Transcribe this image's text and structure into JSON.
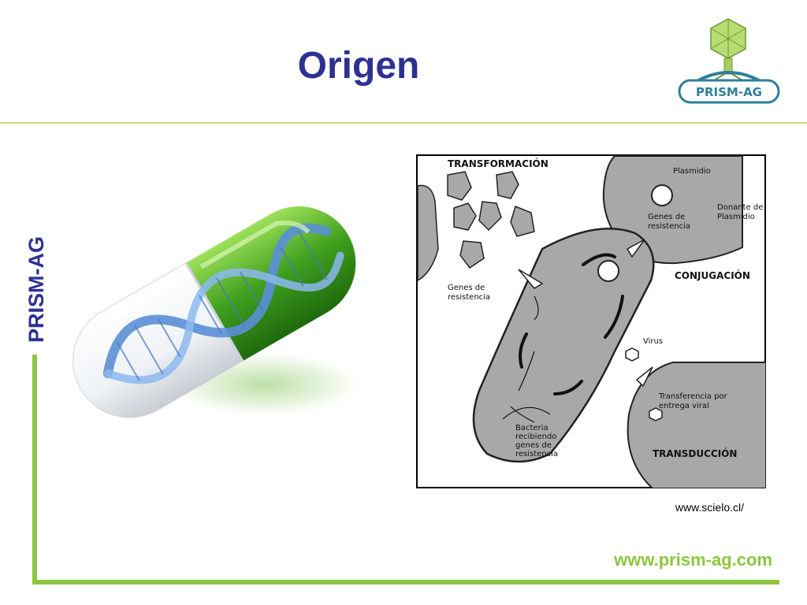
{
  "slide": {
    "title": "Origen",
    "side_label": "PRISM-AG",
    "website": "www.prism-ag.com",
    "image_credit": "www.scielo.cl/"
  },
  "logo": {
    "text": "PRISM-AG"
  },
  "diagram": {
    "transformation": "TRANSFORMACIÓN",
    "plasmid": "Plasmidio",
    "donor_line1": "Donante de",
    "donor_line2": "Plasmidio",
    "resist_genes_top_line1": "Genes de",
    "resist_genes_top_line2": "resistencia",
    "conjugation": "CONJUGACIÓN",
    "resist_genes_left_line1": "Genes de",
    "resist_genes_left_line2": "resistencia",
    "virus": "Virus",
    "transfer_line1": "Transferencia por",
    "transfer_line2": "entrega viral",
    "bacteria_line1": "Bacteria",
    "bacteria_line2": "recibiendo",
    "bacteria_line3": "genes de",
    "bacteria_line4": "resistencia",
    "transduction": "TRANSDUCCIÓN"
  },
  "colors": {
    "title": "#2e3192",
    "accent_green": "#8dc63f",
    "rule_green": "#c2db7a",
    "diagram_gray": "#a8a8a8"
  }
}
